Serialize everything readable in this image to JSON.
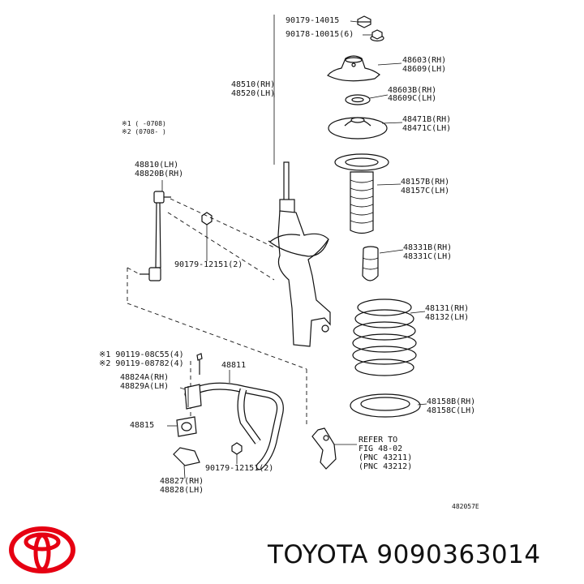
{
  "notes": {
    "note1": "※1 (    -0708)",
    "note2": "※2 (0708-    )"
  },
  "labels": {
    "nut_top_a": "90179-14015",
    "nut_top_b": "90178-10015(6)",
    "mount_a": "48603(RH)",
    "mount_b": "48609(LH)",
    "bearing_a": "48603B(RH)",
    "bearing_b": "48609C(LH)",
    "seat_a": "48471B(RH)",
    "seat_b": "48471C(LH)",
    "boot_a": "48157B(RH)",
    "boot_b": "48157C(LH)",
    "bumper_a": "48331B(RH)",
    "bumper_b": "48331C(LH)",
    "spring_a": "48131(RH)",
    "spring_b": "48132(LH)",
    "insulator_a": "48158B(RH)",
    "insulator_b": "48158C(LH)",
    "strut_a": "48510(RH)",
    "strut_b": "48520(LH)",
    "link_a": "48810(LH)",
    "link_b": "48820B(RH)",
    "link_nut": "90179-12151(2)",
    "bolt_a": "※1 90119-08C55(4)",
    "bolt_b": "※2 90119-08782(4)",
    "bar": "48811",
    "bushing_a": "48824A(RH)",
    "bushing_b": "48829A(LH)",
    "bushing2": "48815",
    "bracket_a": "48827(RH)",
    "bracket_b": "48828(LH)",
    "bar_nut": "90179-12151(2)",
    "refer_1": "REFER TO",
    "refer_2": "FIG 48-02",
    "refer_3": "(PNC 43211)",
    "refer_4": "(PNC 43212)",
    "fig_code": "482057E"
  },
  "footer": {
    "brand_text": "TOYOTA 9090363014",
    "logo_color": "#e60012"
  }
}
